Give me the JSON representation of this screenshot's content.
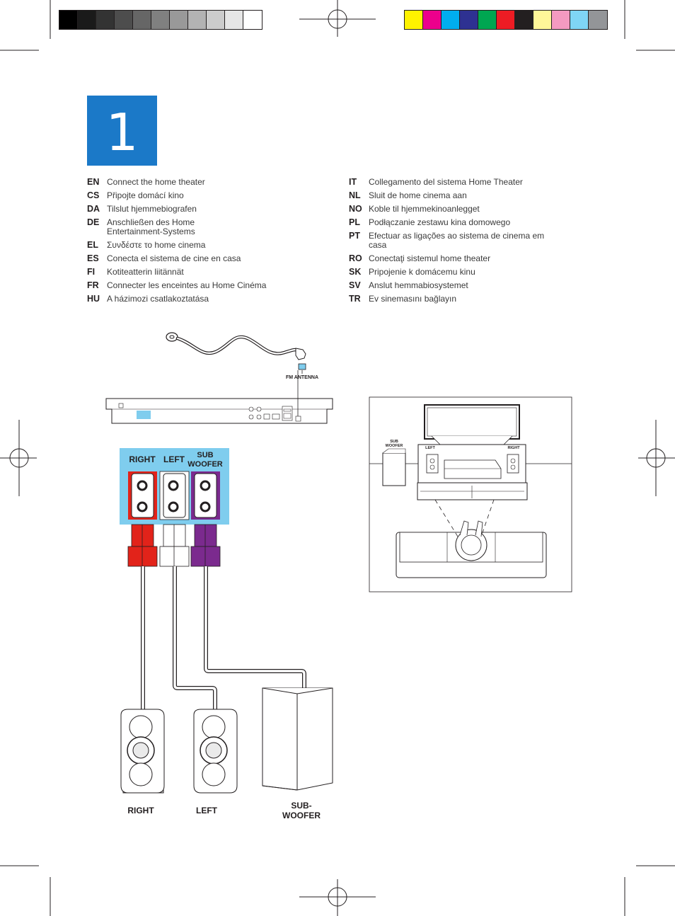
{
  "color_bars": {
    "grayscale": [
      "#000000",
      "#1a1a1a",
      "#333333",
      "#4d4d4d",
      "#666666",
      "#808080",
      "#999999",
      "#b3b3b3",
      "#cccccc",
      "#e6e6e6",
      "#ffffff"
    ],
    "process": [
      "#fff200",
      "#ec008c",
      "#00aeef",
      "#2e3192",
      "#00a651",
      "#ed1c24",
      "#231f20",
      "#fff799",
      "#f49ac1",
      "#7fd5f5",
      "#939598"
    ]
  },
  "step": {
    "number": "1"
  },
  "languages_left": [
    {
      "code": "EN",
      "text": "Connect the home theater"
    },
    {
      "code": "CS",
      "text": "Připojte domácí kino"
    },
    {
      "code": "DA",
      "text": "Tilslut hjemmebiografen"
    },
    {
      "code": "DE",
      "text": "Anschließen des Home\nEntertainment-Systems"
    },
    {
      "code": "EL",
      "text": "Συνδέστε το home cinema"
    },
    {
      "code": "ES",
      "text": "Conecta el sistema de cine en casa"
    },
    {
      "code": "FI",
      "text": "Kotiteatterin liitännät"
    },
    {
      "code": "FR",
      "text": "Connecter les enceintes au Home Cinéma"
    },
    {
      "code": "HU",
      "text": "A házimozi csatlakoztatása"
    }
  ],
  "languages_right": [
    {
      "code": "IT",
      "text": "Collegamento del sistema Home Theater"
    },
    {
      "code": "NL",
      "text": "Sluit de home cinema aan"
    },
    {
      "code": "NO",
      "text": "Koble til hjemmekinoanlegget"
    },
    {
      "code": "PL",
      "text": "Podłączanie zestawu kina domowego"
    },
    {
      "code": "PT",
      "text": "Efectuar as ligações ao sistema de cinema em casa"
    },
    {
      "code": "RO",
      "text": "Conectaţi sistemul home theater"
    },
    {
      "code": "SK",
      "text": "Pripojenie k domácemu kinu"
    },
    {
      "code": "SV",
      "text": "Anslut hemmabiosystemet"
    },
    {
      "code": "TR",
      "text": "Ev sinemasını bağlayın"
    }
  ],
  "diagram": {
    "antenna_label": "FM ANTENNA",
    "panel_labels": {
      "right": "RIGHT",
      "left": "LEFT",
      "sub1": "SUB",
      "sub2": "WOOFER"
    },
    "speaker_labels": {
      "right": "RIGHT",
      "left": "LEFT",
      "sub1": "SUB-",
      "sub2": "WOOFER"
    },
    "room_labels": {
      "sub1": "SUB",
      "sub2": "WOOFER",
      "left": "LEFT",
      "right": "RIGHT"
    },
    "colors": {
      "accent": "#1b79c8",
      "panel": "#7fcdee",
      "right": "#e2231a",
      "left": "#ffffff",
      "sub": "#7b2a8e"
    }
  }
}
